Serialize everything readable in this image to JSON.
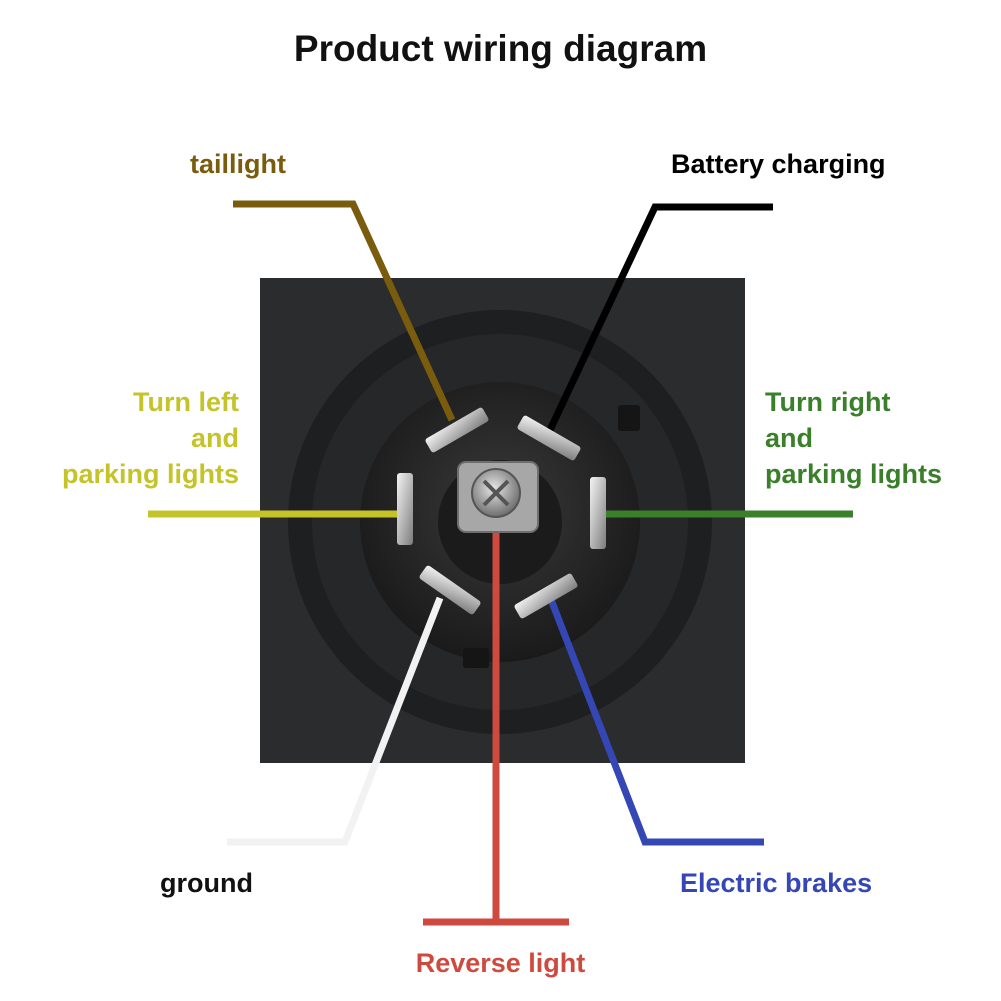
{
  "title": "Product wiring diagram",
  "wires": {
    "taillight": {
      "label": "taillight",
      "color": "#7a5c0e"
    },
    "battery": {
      "label": "Battery charging",
      "color": "#000000"
    },
    "turn_left": {
      "lines": [
        "Turn left",
        "and",
        "parking lights"
      ],
      "color": "#c4c42a"
    },
    "turn_right": {
      "lines": [
        "Turn right",
        "and",
        "parking lights"
      ],
      "color": "#3a7f2a"
    },
    "ground": {
      "label": "ground",
      "color": "#111111",
      "wire_color": "#f2f2f2"
    },
    "brakes": {
      "label": "Electric brakes",
      "color": "#3447b5"
    },
    "reverse": {
      "label": "Reverse light",
      "color": "#cf4a3e"
    }
  }
}
